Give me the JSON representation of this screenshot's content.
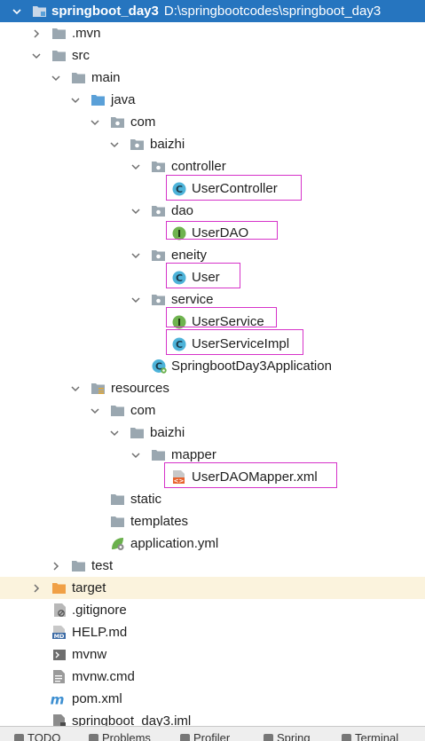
{
  "project": {
    "name": "springboot_day3",
    "path": "D:\\springbootcodes\\springboot_day3"
  },
  "tree": {
    "mvn": ".mvn",
    "src": "src",
    "main": "main",
    "java": "java",
    "com": "com",
    "baizhi": "baizhi",
    "controller": "controller",
    "user_controller": "UserController",
    "dao": "dao",
    "user_dao": "UserDAO",
    "eneity": "eneity",
    "user": "User",
    "service": "service",
    "user_service": "UserService",
    "user_service_impl": "UserServiceImpl",
    "application_class": "SpringbootDay3Application",
    "resources": "resources",
    "res_com": "com",
    "res_baizhi": "baizhi",
    "mapper": "mapper",
    "mapper_xml": "UserDAOMapper.xml",
    "static": "static",
    "templates": "templates",
    "application_yml": "application.yml",
    "test": "test",
    "target": "target",
    "gitignore": ".gitignore",
    "help_md": "HELP.md",
    "mvnw": "mvnw",
    "mvnw_cmd": "mvnw.cmd",
    "pom_xml": "pom.xml",
    "iml": "springboot_day3.iml"
  },
  "bottom_tabs": [
    "TODO",
    "Problems",
    "Profiler",
    "Spring",
    "Terminal"
  ],
  "colors": {
    "selected_row": "#2675bf",
    "highlight_border": "#d633c9",
    "class_icon": "#4db3d9",
    "interface_icon": "#6fb34f",
    "folder": "#9aa7b0",
    "source_folder": "#5aa0d8",
    "excluded_folder": "#f0a046"
  }
}
